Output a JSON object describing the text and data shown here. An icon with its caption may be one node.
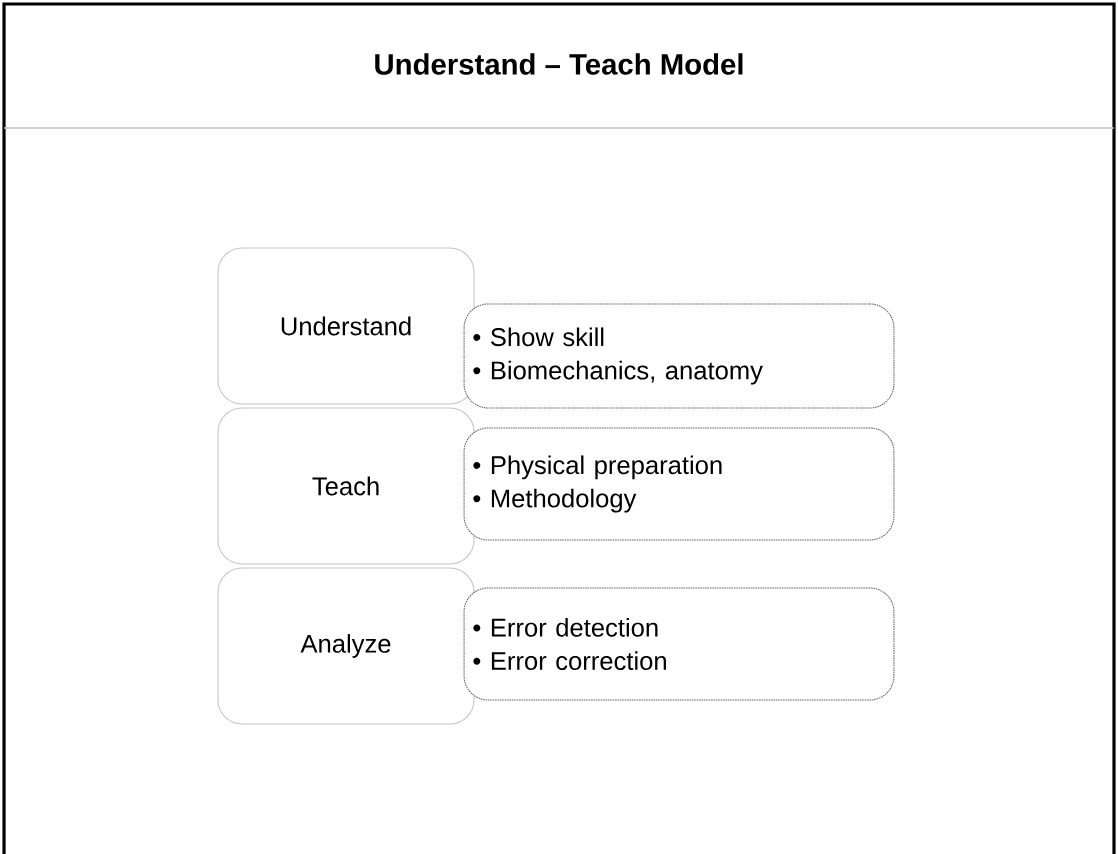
{
  "diagram": {
    "title": "Understand – Teach Model",
    "nodes": [
      {
        "text": [
          "Understand"
        ]
      },
      {
        "text": [
          "• Show skill",
          "• Biomechanics,  anatomy"
        ]
      },
      {
        "text": [
          "Teach"
        ]
      },
      {
        "text": [
          "• Physical preparation",
          "• Methodology"
        ]
      },
      {
        "text": [
          "Analyze"
        ]
      },
      {
        "text": [
          "• Error detection",
          "• Error correction"
        ]
      }
    ]
  }
}
